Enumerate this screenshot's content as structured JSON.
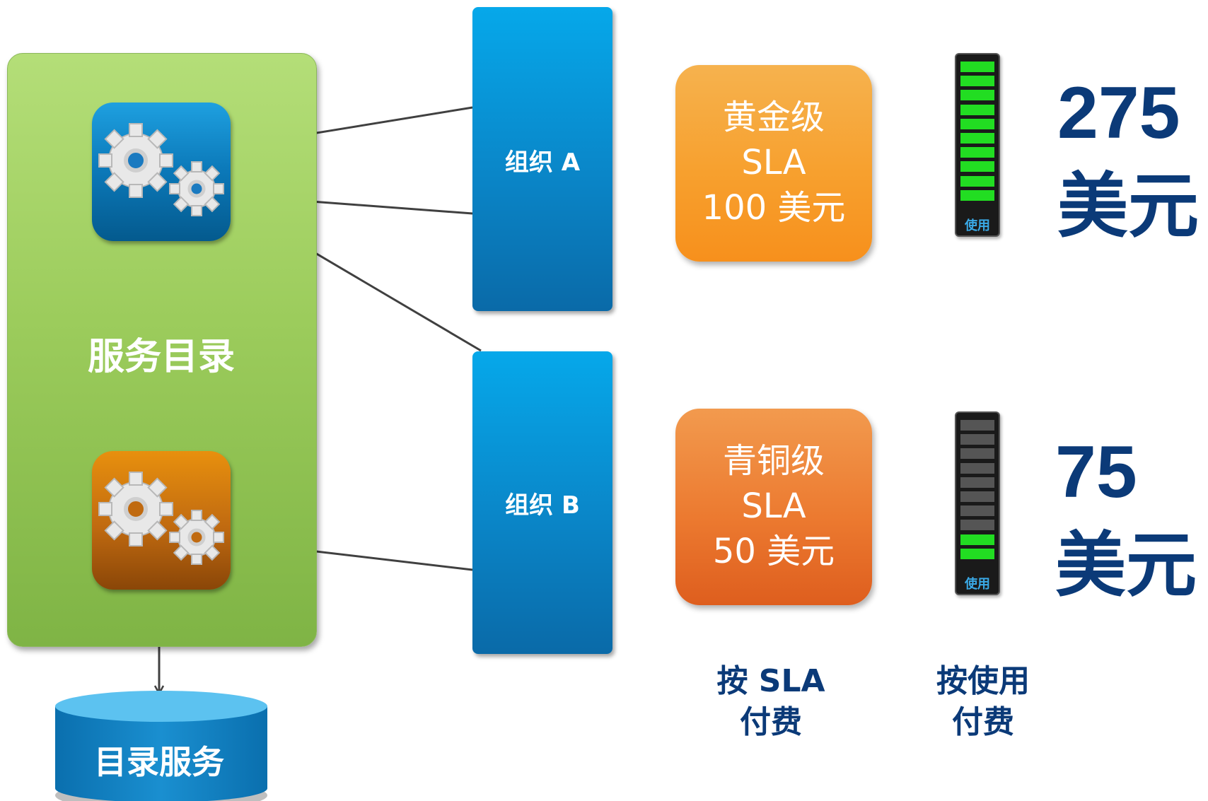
{
  "catalog": {
    "title": "服务目录"
  },
  "services": [
    {
      "id": "service-a",
      "color": "#0b78b8"
    },
    {
      "id": "service-b",
      "color": "#c06a10"
    }
  ],
  "orgs": [
    {
      "label": "组织 A"
    },
    {
      "label": "组织 B"
    }
  ],
  "sla": [
    {
      "tier": "黄金级",
      "name": "SLA",
      "price": "100 美元",
      "color": "#f7a02e"
    },
    {
      "tier": "青铜级",
      "name": "SLA",
      "price": "50 美元",
      "color": "#ec7a30"
    }
  ],
  "meters": [
    {
      "label": "使用",
      "segments_total": 10,
      "segments_active": 10
    },
    {
      "label": "使用",
      "segments_total": 10,
      "segments_active": 2
    }
  ],
  "totals": [
    {
      "amount": "275",
      "unit": "美元"
    },
    {
      "amount": "75",
      "unit": "美元"
    }
  ],
  "captions": {
    "by_sla_line1": "按 SLA",
    "by_sla_line2": "付费",
    "by_usage_line1": "按使用",
    "by_usage_line2": "付费"
  },
  "directory": {
    "label": "目录服务"
  },
  "colors": {
    "accent_text": "#0b3a78",
    "active_segment": "#22dd22",
    "inactive_segment": "#555555"
  }
}
